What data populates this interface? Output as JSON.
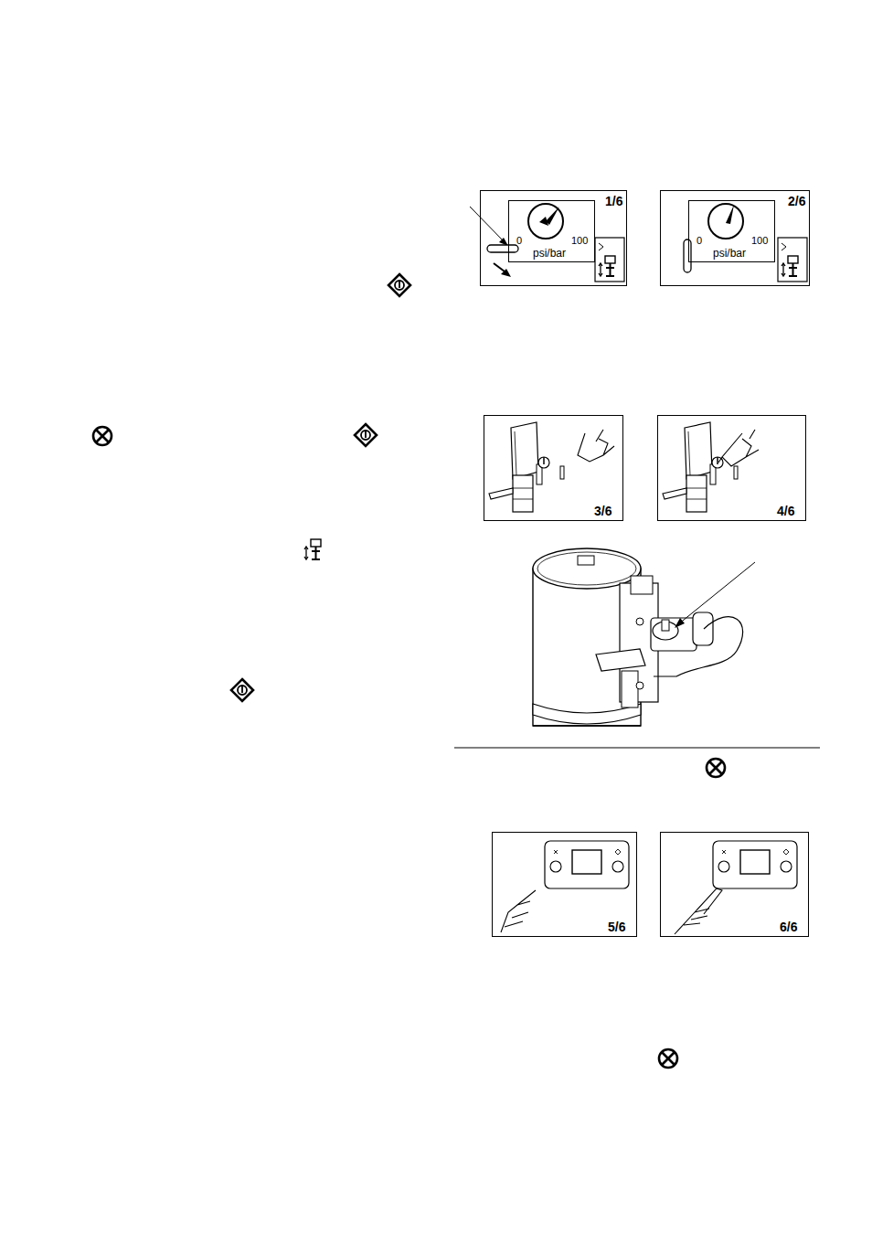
{
  "diagram": {
    "nodes": [
      {
        "text": [
          "1/6"
        ]
      },
      {
        "text": [
          "0",
          "100",
          "psi/bar"
        ],
        "in": 0
      },
      {
        "text": [
          "2/6"
        ]
      },
      {
        "text": [
          "0",
          "100",
          "psi/bar"
        ],
        "in": 2
      },
      {
        "text": [
          "3/6"
        ]
      },
      {
        "text": [
          "4/6"
        ]
      },
      {
        "text": [
          "5/6"
        ]
      },
      {
        "text": [
          "6/6"
        ]
      }
    ],
    "edges": []
  }
}
